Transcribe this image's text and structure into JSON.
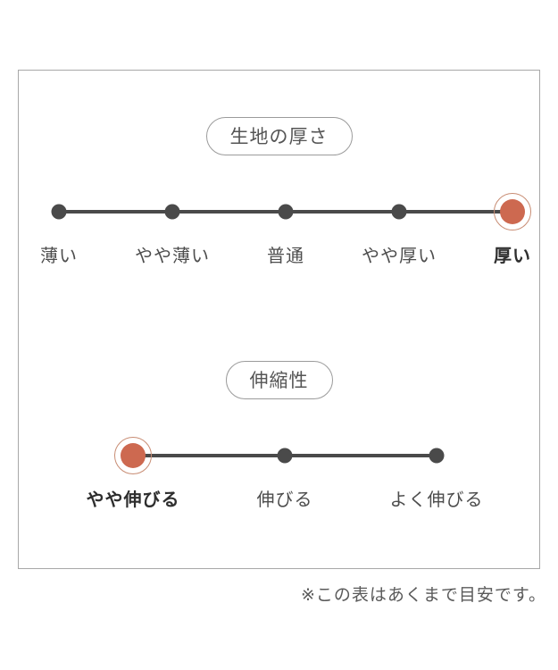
{
  "footnote": "※この表はあくまで目安です。",
  "colors": {
    "accent": "#cd6950",
    "accent_ring": "#c88c73",
    "dot": "#4a4a4a",
    "line": "#4a4a4a",
    "pill_border": "#9b9b9b",
    "pill_text": "#555555",
    "label": "#4d4d4d",
    "label_selected": "#2e2e2e",
    "box_border": "#a8a8a8",
    "footnote_color": "#5a5a5a"
  },
  "scales": [
    {
      "title": "生地の厚さ",
      "selected_index": 4,
      "selected_label": "厚い",
      "options": [
        {
          "label": "薄い",
          "selected": false
        },
        {
          "label": "やや薄い",
          "selected": false
        },
        {
          "label": "普通",
          "selected": false
        },
        {
          "label": "やや厚い",
          "selected": false
        },
        {
          "label": "厚い",
          "selected": true
        }
      ]
    },
    {
      "title": "伸縮性",
      "selected_index": 0,
      "selected_label": "やや伸びる",
      "options": [
        {
          "label": "やや伸びる",
          "selected": true
        },
        {
          "label": "伸びる",
          "selected": false
        },
        {
          "label": "よく伸びる",
          "selected": false
        }
      ]
    }
  ]
}
